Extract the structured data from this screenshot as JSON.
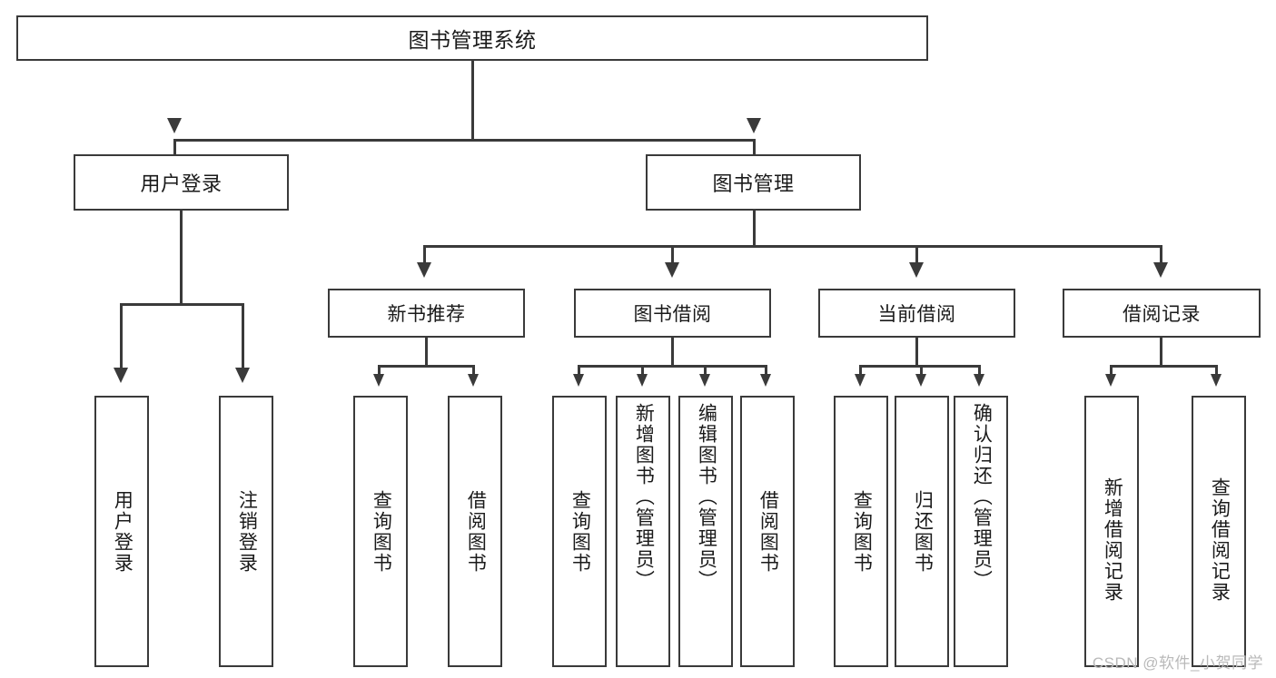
{
  "diagram": {
    "title": "图书管理系统",
    "type": "tree-hierarchy",
    "root": {
      "label": "图书管理系统"
    },
    "level2": [
      {
        "label": "用户登录"
      },
      {
        "label": "图书管理"
      }
    ],
    "level3": [
      {
        "label": "新书推荐"
      },
      {
        "label": "图书借阅"
      },
      {
        "label": "当前借阅"
      },
      {
        "label": "借阅记录"
      }
    ],
    "leaves": {
      "user_login": [
        {
          "label": "用户登录"
        },
        {
          "label": "注销登录"
        }
      ],
      "new_book_recommend": [
        {
          "label": "查询图书"
        },
        {
          "label": "借阅图书"
        }
      ],
      "book_borrow": [
        {
          "label": "查询图书"
        },
        {
          "label": "新增图书（管理员）"
        },
        {
          "label": "编辑图书（管理员）"
        },
        {
          "label": "借阅图书"
        }
      ],
      "current_borrow": [
        {
          "label": "查询图书"
        },
        {
          "label": "归还图书"
        },
        {
          "label": "确认归还（管理员）"
        }
      ],
      "borrow_record": [
        {
          "label": "新增借阅记录"
        },
        {
          "label": "查询借阅记录"
        }
      ]
    }
  },
  "watermark": {
    "text": "CSDN @软件_小贺同学"
  },
  "colors": {
    "stroke": "#3a3a3a",
    "text": "#1a1a1a",
    "background": "#ffffff",
    "watermark": "#b9b9b9"
  }
}
